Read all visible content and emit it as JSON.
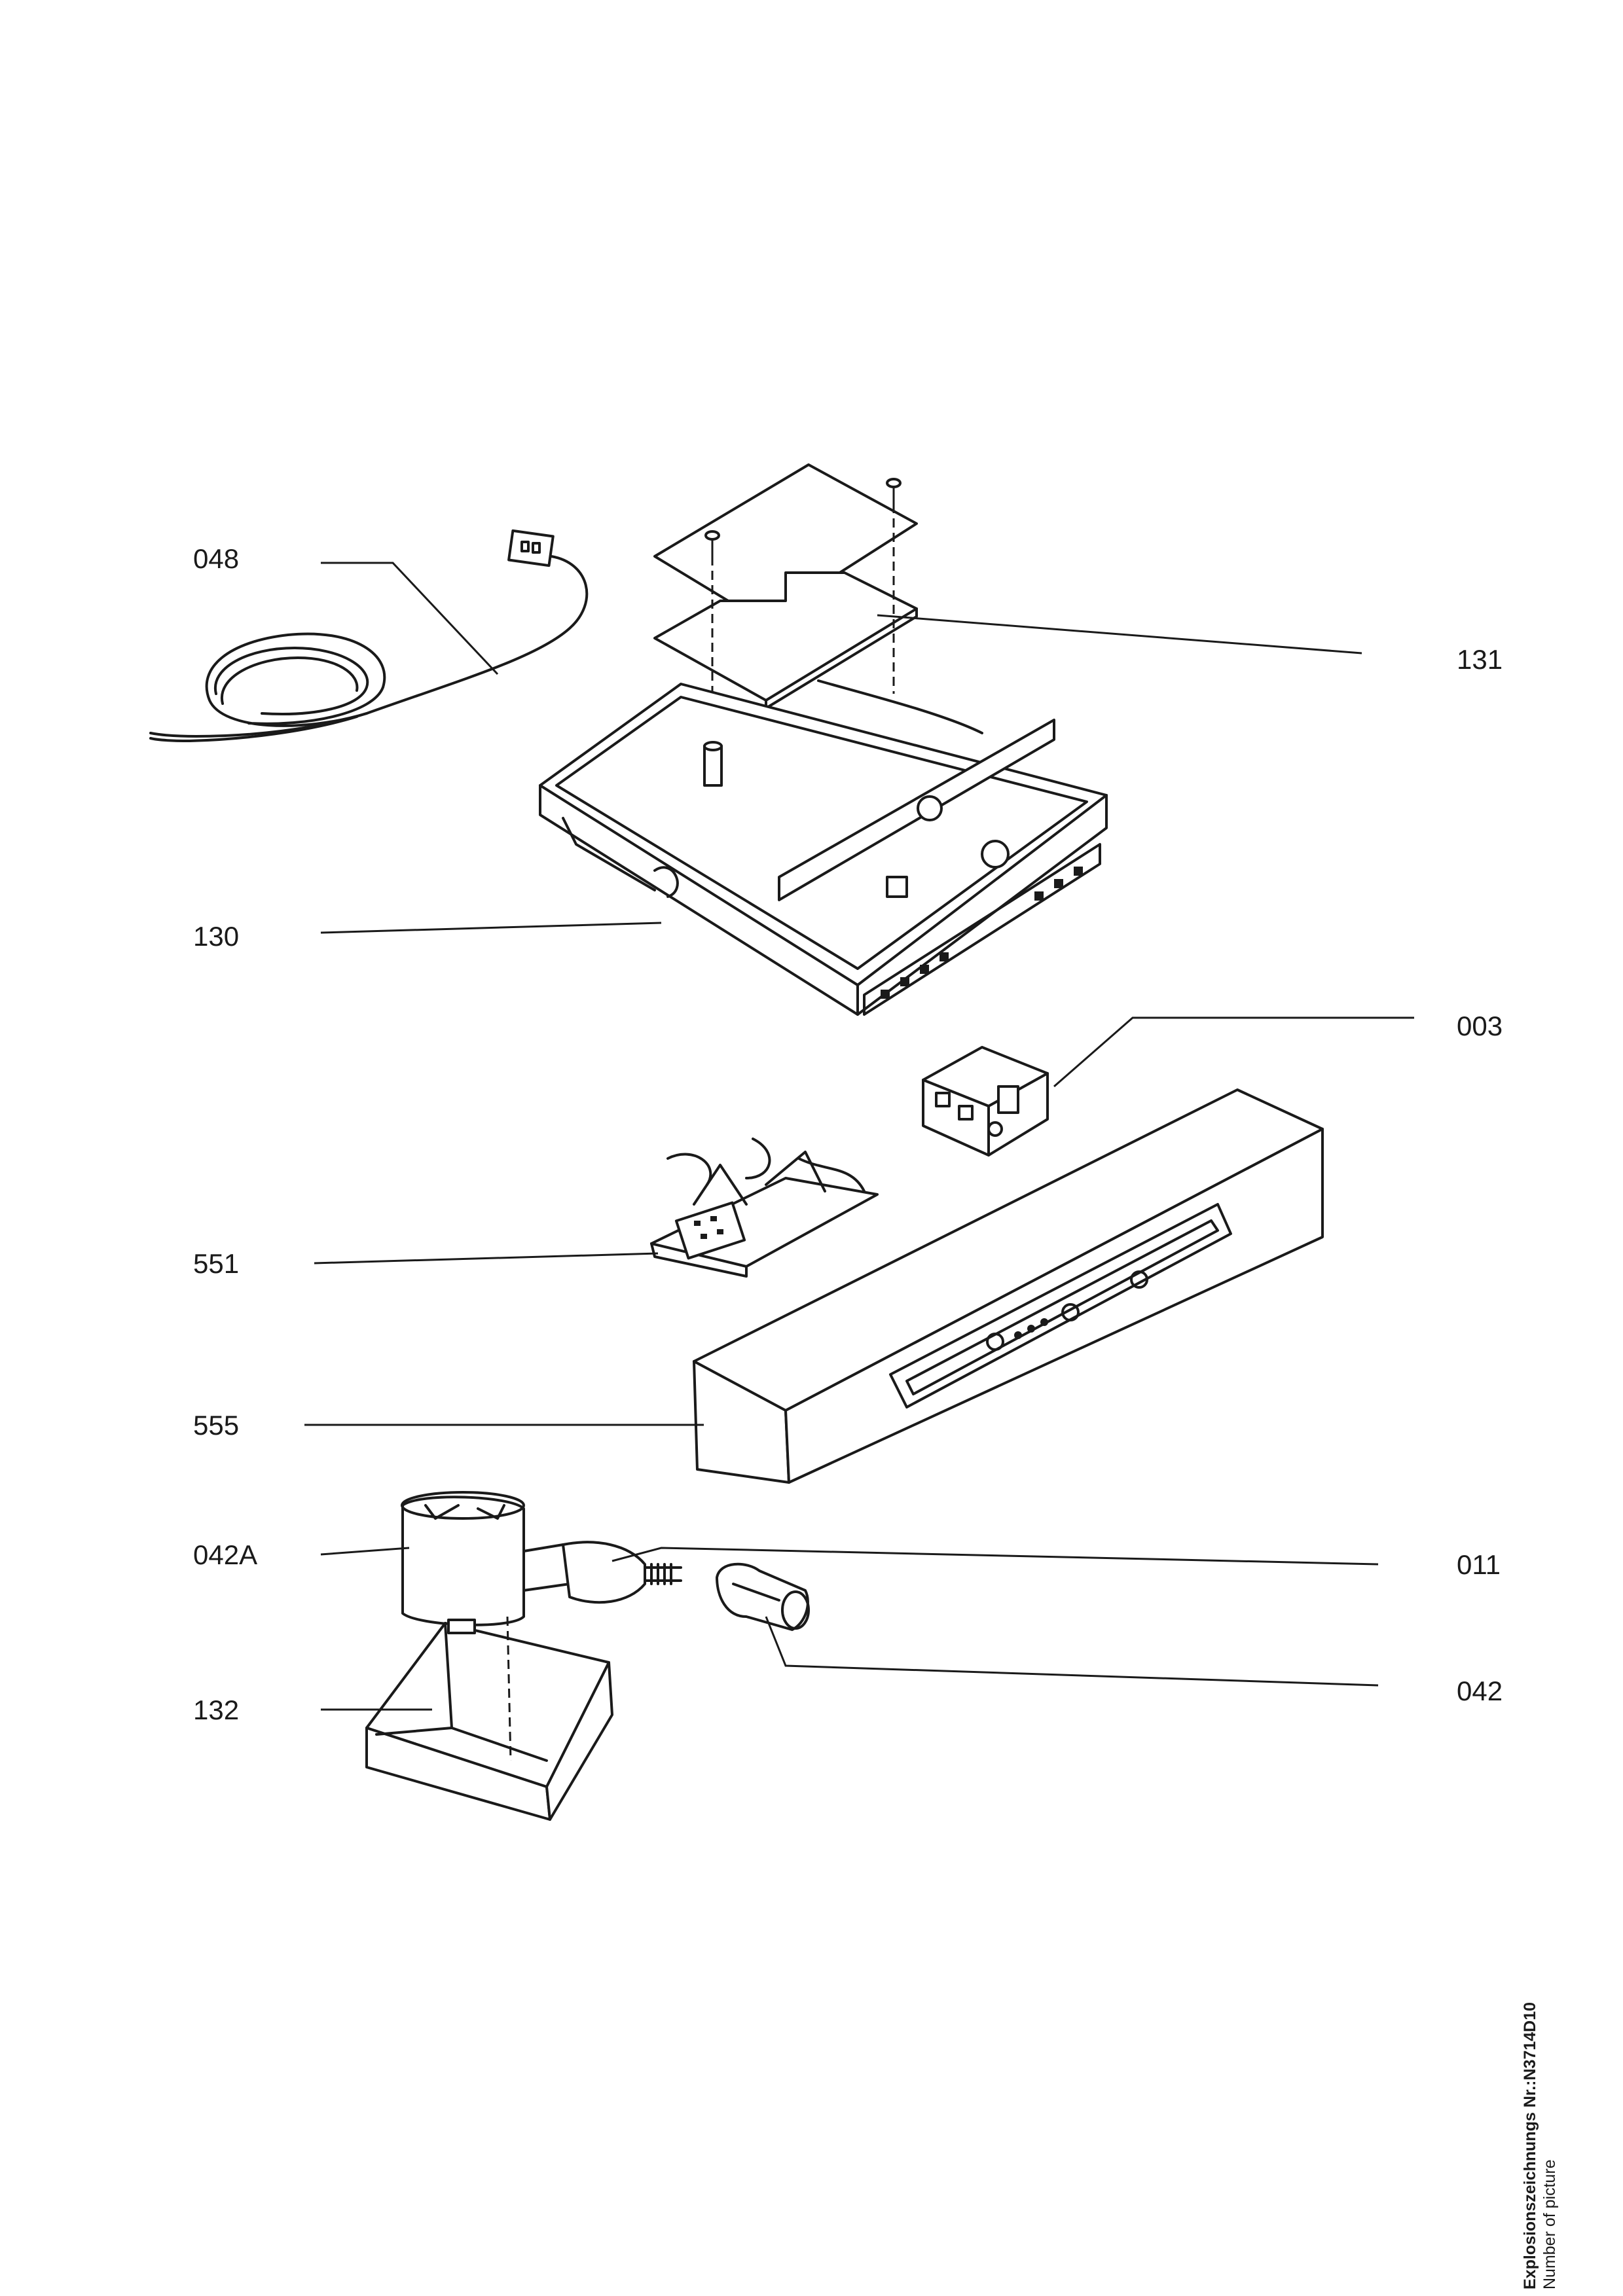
{
  "diagram": {
    "callouts": {
      "c048": "048",
      "c131": "131",
      "c130": "130",
      "c003": "003",
      "c551": "551",
      "c555": "555",
      "c042A": "042A",
      "c011": "011",
      "c042": "042",
      "c132": "132"
    }
  },
  "footer": {
    "drawing_number": "Explosionszeichnungs Nr.:N3714D10",
    "caption": "Number of picture"
  }
}
